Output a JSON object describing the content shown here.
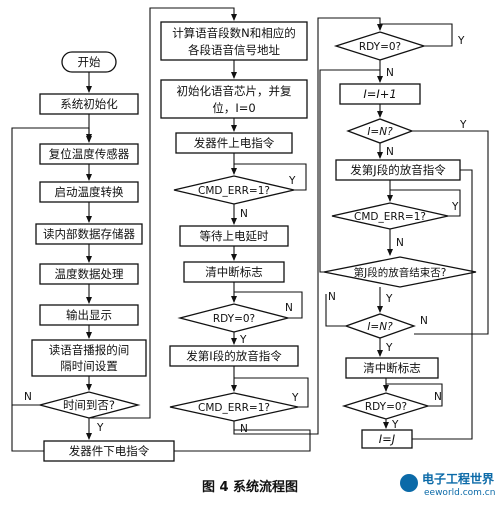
{
  "nodes": {
    "start": "开始",
    "init": "系统初始化",
    "reset_sensor": "复位温度传感器",
    "start_convert": "启动温度转换",
    "read_mem": "读内部数据存储器",
    "temp_process": "温度数据处理",
    "output_display": "输出显示",
    "read_interval_l1": "读语音播报的间",
    "read_interval_l2": "隔时间设置",
    "time_reached": "时间到否?",
    "power_off": "发器件下电指令",
    "calc_l1": "计算语音段数N和相应的",
    "calc_l2": "各段语音信号地址",
    "init_chip_l1": "初始化语音芯片，并复",
    "init_chip_l2": "位，I=0",
    "power_on": "发器件上电指令",
    "cmd_err_1": "CMD_ERR=1?",
    "wait_delay": "等待上电延时",
    "clear_int_1": "清中断标志",
    "rdy_1": "RDY=0?",
    "send_play_i": "发第I段的放音指令",
    "cmd_err_2": "CMD_ERR=1?",
    "rdy_2": "RDY=0?",
    "i_inc": "I=I+1",
    "i_eq_n_1": "I=N?",
    "send_play_j": "发第J段的放音指令",
    "cmd_err_3": "CMD_ERR=1?",
    "seg_end": "第J段的放音结束否?",
    "i_eq_n_2": "I=N?",
    "clear_int_2": "清中断标志",
    "rdy_3": "RDY=0?",
    "i_eq_j": "I=J"
  },
  "yes": "Y",
  "no": "N",
  "caption": "图 4    系统流程图",
  "watermark": {
    "logo": "电子工程世界",
    "url": "eeworld.com.cn"
  }
}
